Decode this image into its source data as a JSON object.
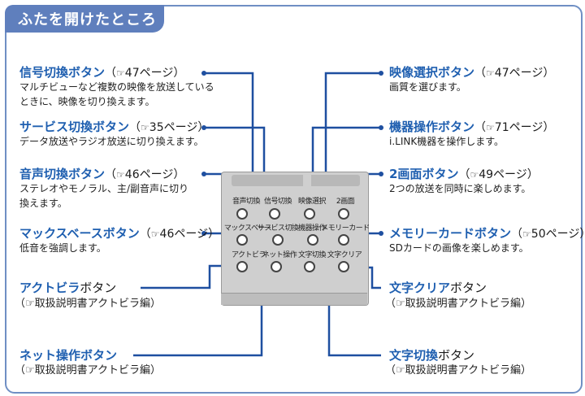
{
  "title": "ふたを開けたところ",
  "left_labels": [
    {
      "kw": "信号切換",
      "rest": "ボタン",
      "page": "47ページ",
      "desc": [
        "マルチビューなど複数の映像を放送している",
        "ときに、映像を切り換えます。"
      ]
    },
    {
      "kw": "サービス切換",
      "rest": "ボタン",
      "page": "35ページ",
      "desc": [
        "データ放送やラジオ放送に切り換えます。"
      ]
    },
    {
      "kw": "音声切換",
      "rest": "ボタン",
      "page": "46ページ",
      "desc": [
        "ステレオやモノラル、主/副音声に切り",
        "換えます。"
      ]
    },
    {
      "kw": "マックスベース",
      "rest": "ボタン",
      "page": "46ページ",
      "desc": [
        "低音を強調します。"
      ]
    },
    {
      "kw": "アクトビラ",
      "rest": "ボタン",
      "page": "",
      "desc": [
        "（☞取扱説明書アクトビラ編）"
      ]
    },
    {
      "kw": "ネット操作",
      "rest": "ボタン",
      "page": "",
      "desc": [
        "（☞取扱説明書アクトビラ編）"
      ]
    }
  ],
  "right_labels": [
    {
      "kw": "映像選択",
      "rest": "ボタン",
      "page": "47ページ",
      "desc": [
        "画質を選びます。"
      ]
    },
    {
      "kw": "機器操作",
      "rest": "ボタン",
      "page": "71ページ",
      "desc": [
        "i.LINK機器を操作します。"
      ]
    },
    {
      "kw": "2画面",
      "rest": "ボタン",
      "page": "49ページ",
      "desc": [
        "2つの放送を同時に楽しめます。"
      ]
    },
    {
      "kw": "メモリーカード",
      "rest": "ボタン",
      "page": "50ページ",
      "desc": [
        "SDカードの画像を楽しめます。"
      ]
    },
    {
      "kw": "文字クリア",
      "rest": "ボタン",
      "page": "",
      "desc": [
        "（☞取扱説明書アクトビラ編）"
      ]
    },
    {
      "kw": "文字切換",
      "rest": "ボタン",
      "page": "",
      "desc": [
        "（☞取扱説明書アクトビラ編）"
      ]
    }
  ],
  "hand_icon": "☞",
  "panel_buttons": [
    [
      "音声切換",
      "信号切換",
      "映像選択",
      "2画面"
    ],
    [
      "マックスベース",
      "サービス切換",
      "機器操作",
      "メモリーカード"
    ],
    [
      "アクトビラ",
      "ネット操作",
      "文字切換",
      "文字クリア"
    ]
  ],
  "colors": {
    "accent": "#1f5fb0",
    "frame": "#6f8fc4",
    "title_bg": "#5f7fbd",
    "line": "#1e4fa0"
  }
}
